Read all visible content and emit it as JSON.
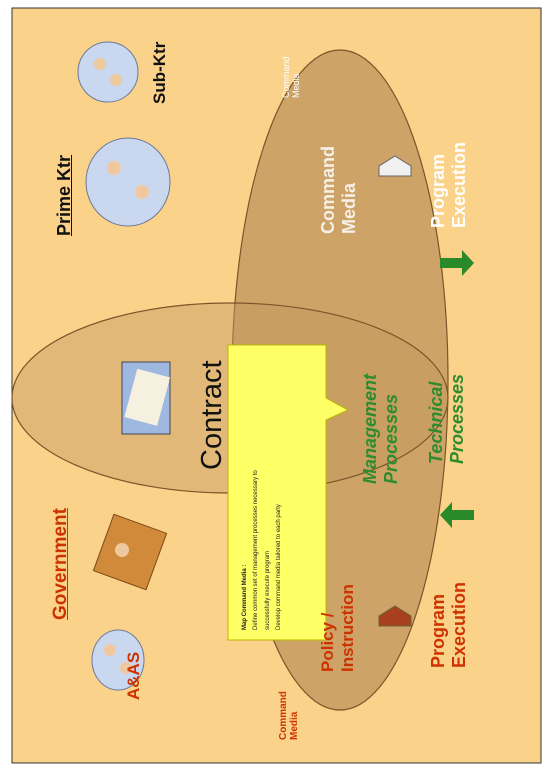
{
  "labels": {
    "a_and_as": "A&AS",
    "government": "Government",
    "command_media_left": "Command\nMedia",
    "policy_instruction": "Policy /\nInstruction",
    "program_execution_left": "Program\nExecution",
    "contract": "Contract",
    "management_processes": "Management\nProcesses",
    "technical_processes": "Technical\nProcesses",
    "prime_ktr": "Prime Ktr",
    "command_media_mid": "Command\nMedia",
    "program_execution_right": "Program\nExecution",
    "sub_ktr": "Sub-Ktr",
    "command_media_right": "Command\nMedia"
  },
  "note": {
    "title": "Map Command Media :",
    "line1": "Define common set of management processes necessary to",
    "line2": "successfully execute program",
    "line3": "Develop command media tailored to each party"
  },
  "colors": {
    "background": "#fbd28a",
    "ellipse": "#c8a060",
    "red_text": "#cc3300",
    "green_text": "#2e8b2e",
    "white_text": "#ffffff",
    "note_bg": "#ffff66"
  },
  "icons": [
    "people-group-icon",
    "desk-worker-icon",
    "contract-document-icon",
    "green-arrow-icon",
    "command-media-arrow-icon"
  ]
}
